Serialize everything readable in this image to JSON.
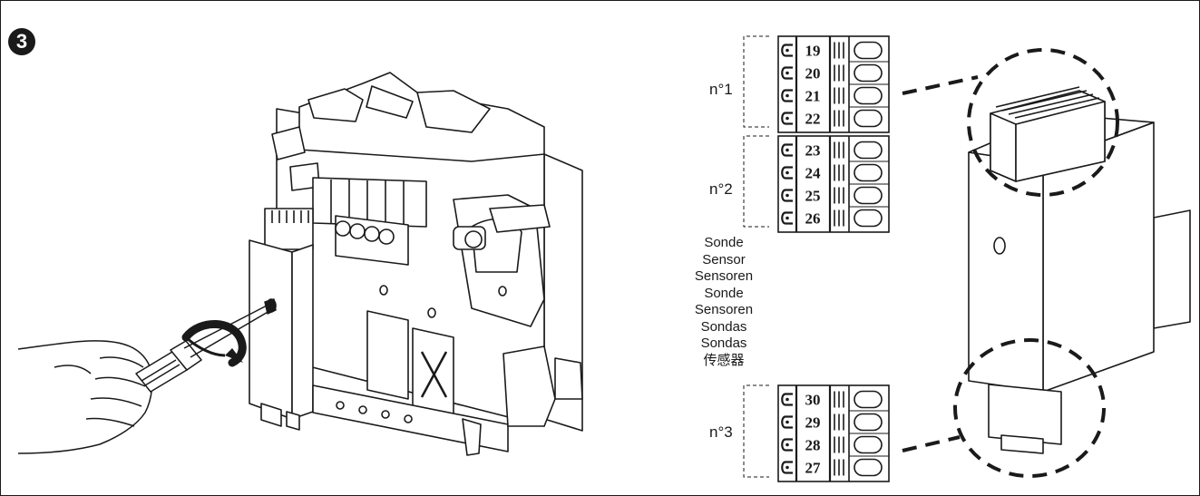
{
  "step_number": "3",
  "terminal_groups": [
    {
      "label": "n°1",
      "terminals": [
        "19",
        "20",
        "21",
        "22"
      ]
    },
    {
      "label": "n°2",
      "terminals": [
        "23",
        "24",
        "25",
        "26"
      ]
    },
    {
      "label": "n°3",
      "terminals": [
        "30",
        "29",
        "28",
        "27"
      ]
    }
  ],
  "sensor_labels": [
    "Sonde",
    "Sensor",
    "Sensoren",
    "Sonde",
    "Sensoren",
    "Sondas",
    "Sondas",
    "传感器"
  ]
}
